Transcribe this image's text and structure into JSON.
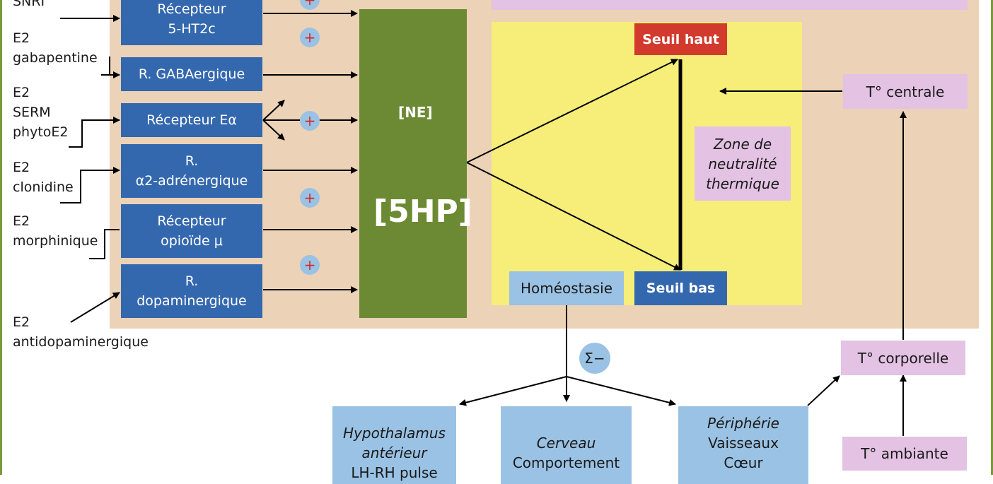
{
  "colors": {
    "panel_bg": "#ecd2b6",
    "yellow_zone": "#f7ee79",
    "receptor_blue": "#3468ae",
    "green_center": "#6c8a33",
    "light_blue": "#9ac2e4",
    "pink": "#e3c2e3",
    "red": "#d23a2e"
  },
  "inputs": [
    {
      "line1": "SNRI"
    },
    {
      "line1": "E2",
      "line2": "gabapentine"
    },
    {
      "line1": "E2",
      "line2": "SERM",
      "line3": "phytoE2"
    },
    {
      "line1": "E2",
      "line2": "clonidine"
    },
    {
      "line1": "E2",
      "line2": "morphinique"
    },
    {
      "line1": "E2",
      "line2": "antidopaminergique"
    }
  ],
  "receptors": [
    {
      "line1": "Récepteur",
      "line2": "5-HT2c"
    },
    {
      "line1": "R. GABAergique"
    },
    {
      "line1": "Récepteur Eα"
    },
    {
      "line1": "R.",
      "line2": "α2-adrénergique"
    },
    {
      "line1": "Récepteur",
      "line2": "opioïde μ"
    },
    {
      "line1": "R.",
      "line2": "dopaminergique"
    }
  ],
  "plus_sign": "+",
  "center": {
    "ne": "[NE]",
    "hp": "[5HP]"
  },
  "thresholds": {
    "high": "Seuil haut",
    "low": "Seuil bas"
  },
  "neutral_zone": {
    "line1": "Zone de",
    "line2": "neutralité",
    "line3": "thermique"
  },
  "homeostasis": "Homéostasie",
  "sigma": "Σ−",
  "temperature": {
    "central": "T° centrale",
    "body": "T° corporelle",
    "ambient": "T° ambiante"
  },
  "effectors": [
    {
      "line1": "Hypothalamus",
      "line2": "antérieur",
      "line3": "LH-RH pulse"
    },
    {
      "line1": "Cerveau",
      "line2": "Comportement"
    },
    {
      "line1": "Périphérie",
      "line2": "Vaisseaux",
      "line3": "Cœur"
    }
  ]
}
